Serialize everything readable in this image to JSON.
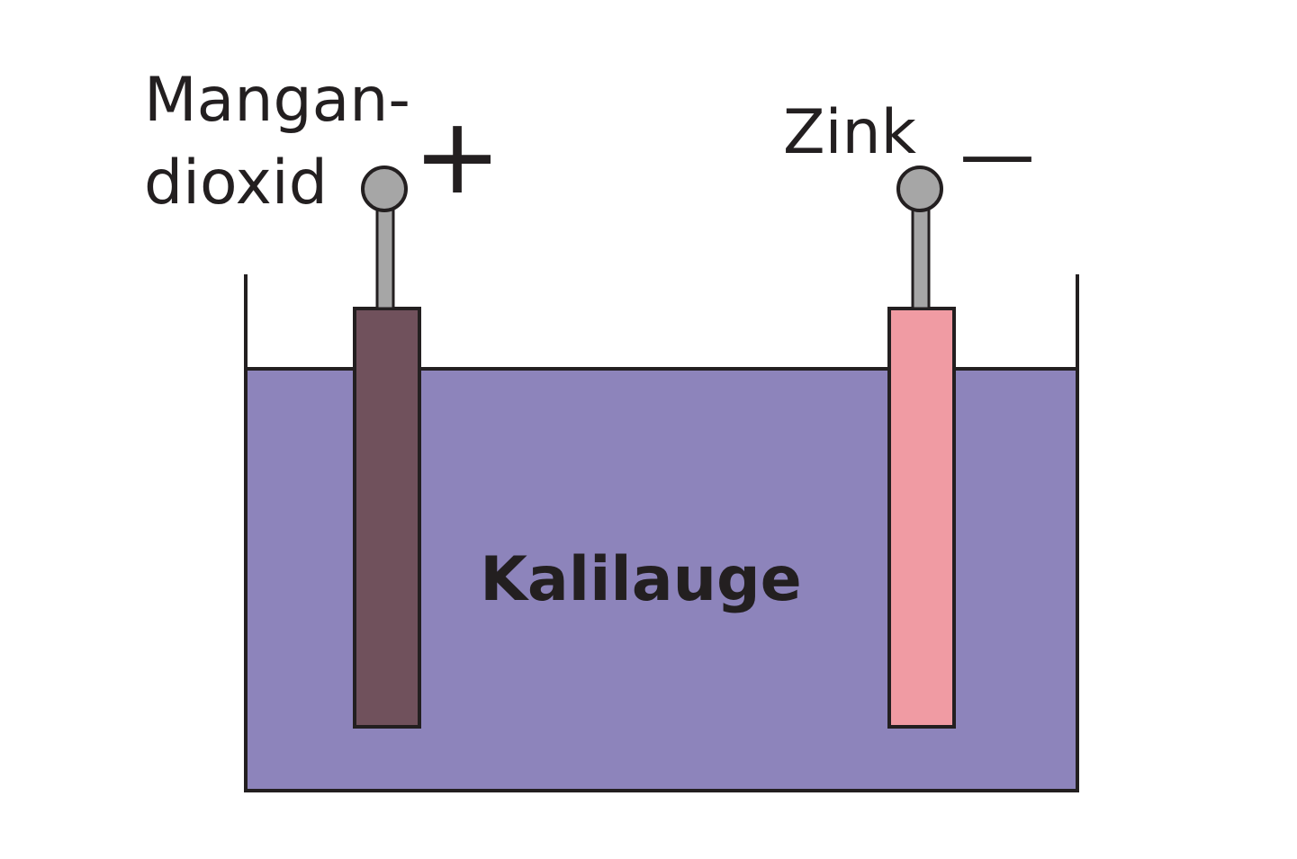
{
  "diagram": {
    "anode_label_line1": "Mangan-",
    "anode_label_line2": "dioxid",
    "anode_sign": "+",
    "cathode_label": "Zink",
    "cathode_sign": "—",
    "electrolyte_label": "Kalilauge"
  },
  "colors": {
    "electrolyte": "#8d84bb",
    "manganese_dioxide_electrode": "#70515c",
    "zinc_electrode": "#f09ba3",
    "terminal": "#a6a6a6",
    "outline": "#231f20"
  }
}
